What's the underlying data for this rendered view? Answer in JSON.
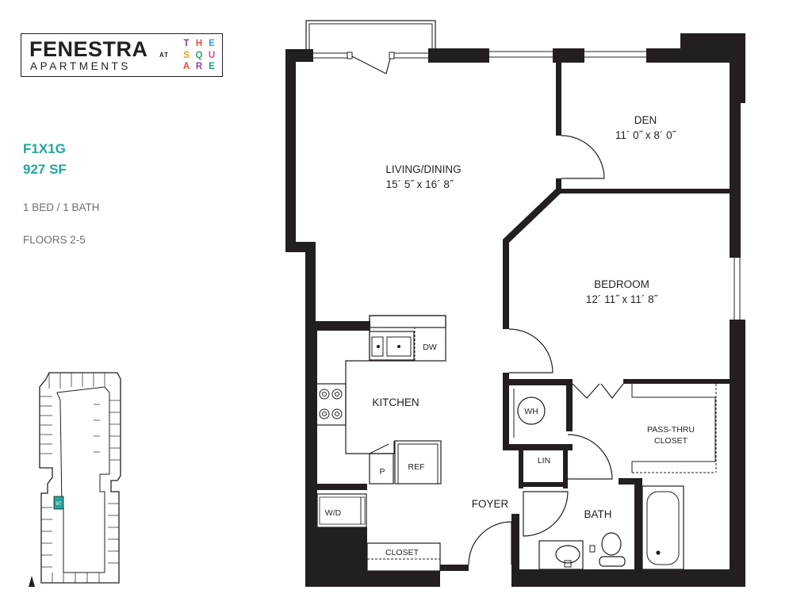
{
  "logo": {
    "name": "FENESTRA",
    "subtitle": "APARTMENTS",
    "at": "AT",
    "square_letters": [
      {
        "ch": "T",
        "color": "#7d3c98"
      },
      {
        "ch": "H",
        "color": "#e74c3c"
      },
      {
        "ch": "E",
        "color": "#2e9bd6"
      },
      {
        "ch": "S",
        "color": "#f39c12"
      },
      {
        "ch": "Q",
        "color": "#27ae60"
      },
      {
        "ch": "U",
        "color": "#e84393"
      },
      {
        "ch": "A",
        "color": "#e74c3c"
      },
      {
        "ch": "R",
        "color": "#8e44ad"
      },
      {
        "ch": "E",
        "color": "#16a085"
      }
    ]
  },
  "plan": {
    "name": "F1X1G",
    "area": "927 SF",
    "beds": "1 BED / 1 BATH",
    "floors": "FLOORS 2-5"
  },
  "rooms": {
    "den_name": "DEN",
    "den_dims": "11´ 0˝ x 8´ 0˝",
    "living_name": "LIVING/DINING",
    "living_dims": "15´ 5˝ x 16´ 8˝",
    "bedroom_name": "BEDROOM",
    "bedroom_dims": "12´ 11˝ x 11´ 8˝",
    "kitchen_name": "KITCHEN",
    "foyer_name": "FOYER",
    "bath_name": "BATH"
  },
  "fixtures": {
    "dw": "DW",
    "ref": "REF",
    "pantry": "P",
    "wd": "W/D",
    "wh": "WH",
    "lin": "LIN",
    "closet": "CLOSET",
    "pass_thru_line1": "PASS-THRU",
    "pass_thru_line2": "CLOSET"
  },
  "key_plan": {
    "unit_number": "87",
    "highlight_color": "#22a79a"
  },
  "colors": {
    "accent": "#22a79a",
    "wall": "#231f20"
  }
}
